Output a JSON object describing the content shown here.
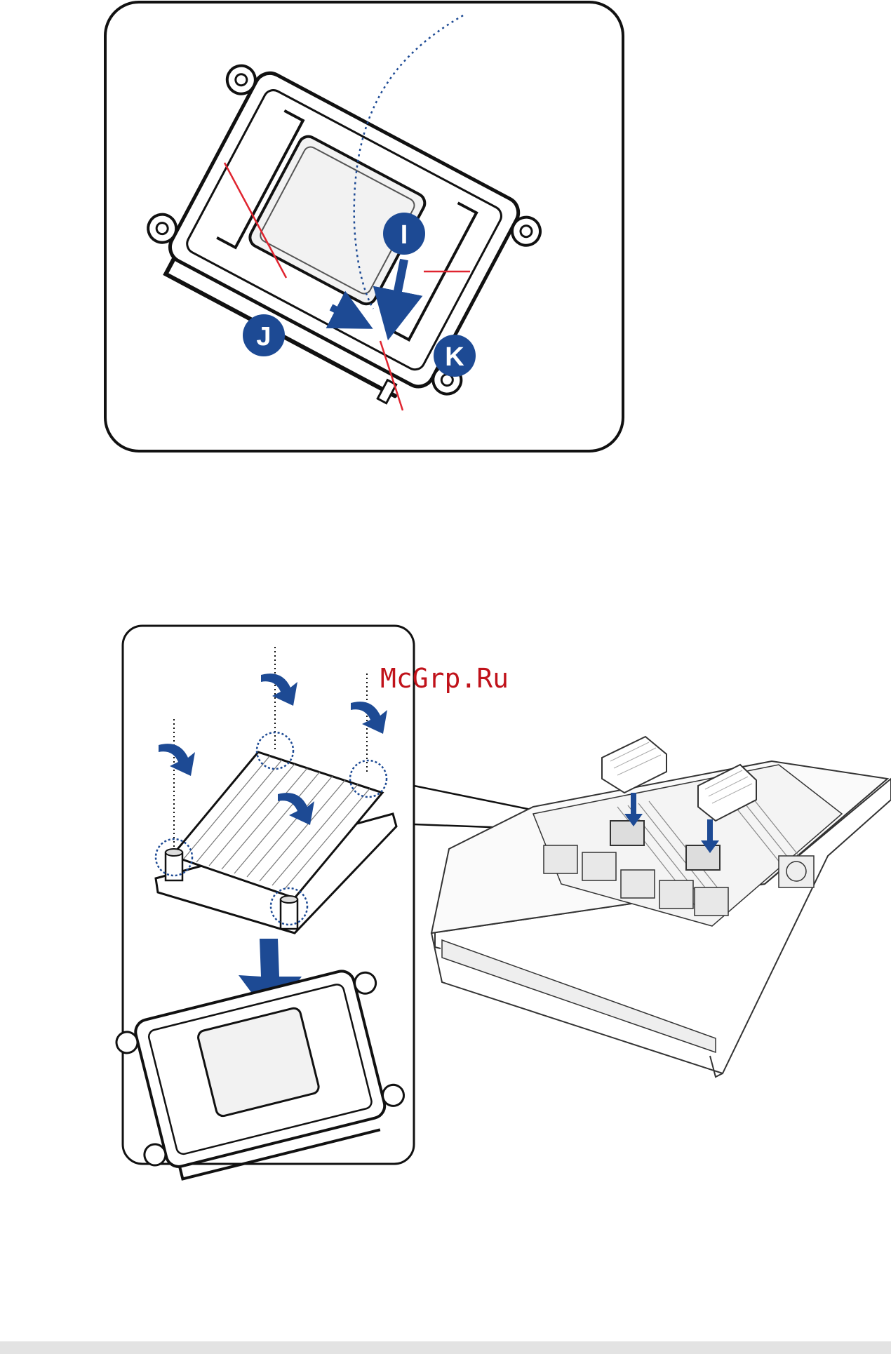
{
  "watermark": {
    "text": "McGrp.Ru",
    "color": "#c0121a"
  },
  "steps": [
    {
      "id": "step-i",
      "label": "I"
    },
    {
      "id": "step-j",
      "label": "J"
    },
    {
      "id": "step-k",
      "label": "K"
    }
  ],
  "colors": {
    "step_badge": "#1d4a94",
    "arrow": "#1d4a94",
    "callout_line": "#e0242f",
    "outline": "#111111",
    "footer_bar": "#e3e3e3"
  },
  "icons": {
    "rotate": "clockwise-screw-arrow-icon",
    "down": "down-arrow-icon"
  }
}
